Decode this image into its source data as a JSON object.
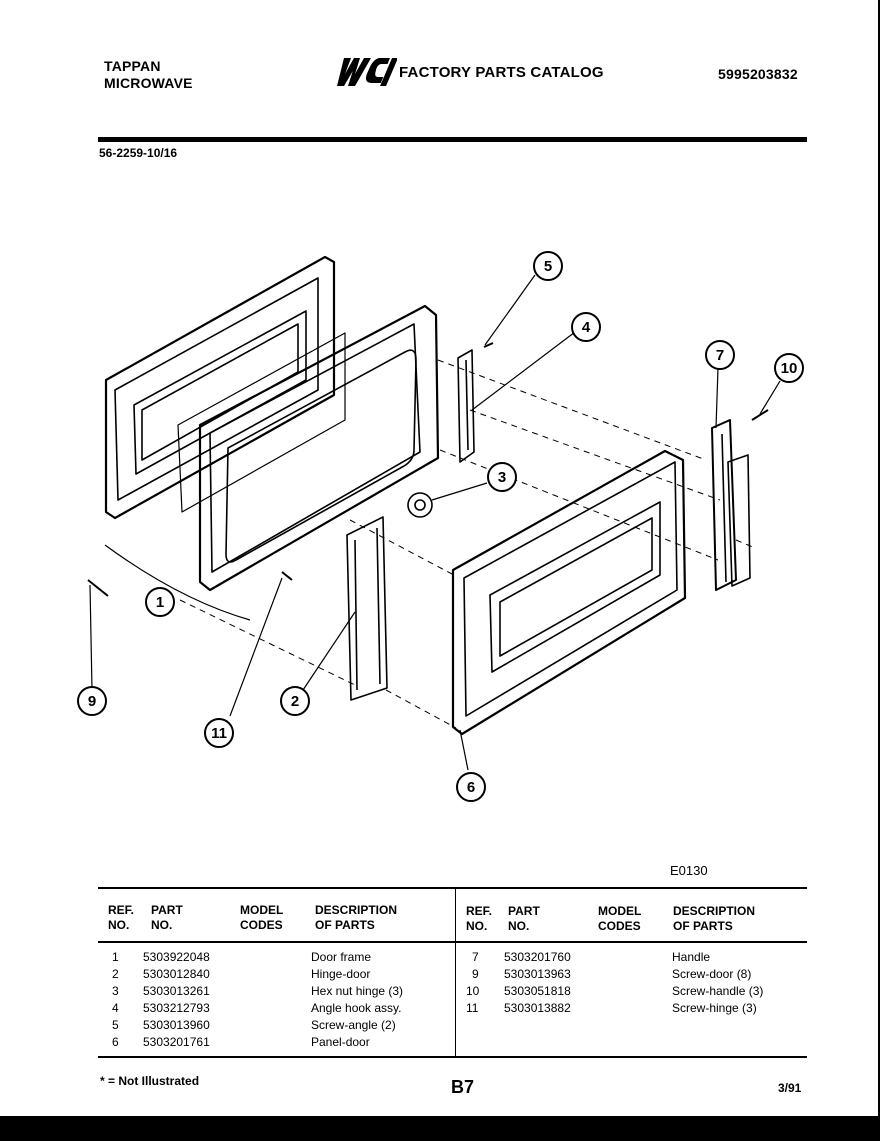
{
  "header": {
    "brand_line1": "TAPPAN",
    "brand_line2": "MICROWAVE",
    "logo_text": "WCI",
    "catalog_title": "FACTORY PARTS CATALOG",
    "catalog_number": "5995203832",
    "model_number": "56-2259-10/16"
  },
  "diagram": {
    "callouts": [
      "1",
      "2",
      "3",
      "4",
      "5",
      "6",
      "7",
      "9",
      "10",
      "11"
    ],
    "figure_code": "E0130"
  },
  "table": {
    "headers": {
      "ref": [
        "REF.",
        "NO."
      ],
      "part": [
        "PART",
        "NO."
      ],
      "model": [
        "MODEL",
        "CODES"
      ],
      "desc": [
        "DESCRIPTION",
        "OF PARTS"
      ]
    },
    "left_rows": [
      {
        "ref": "1",
        "part": "5303922048",
        "desc": "Door frame"
      },
      {
        "ref": "2",
        "part": "5303012840",
        "desc": "Hinge-door"
      },
      {
        "ref": "3",
        "part": "5303013261",
        "desc": "Hex nut hinge (3)"
      },
      {
        "ref": "4",
        "part": "5303212793",
        "desc": "Angle hook assy."
      },
      {
        "ref": "5",
        "part": "5303013960",
        "desc": "Screw-angle (2)"
      },
      {
        "ref": "6",
        "part": "5303201761",
        "desc": "Panel-door"
      }
    ],
    "right_rows": [
      {
        "ref": "7",
        "part": "5303201760",
        "desc": "Handle"
      },
      {
        "ref": "9",
        "part": "5303013963",
        "desc": "Screw-door (8)"
      },
      {
        "ref": "10",
        "part": "5303051818",
        "desc": "Screw-handle (3)"
      },
      {
        "ref": "11",
        "part": "5303013882",
        "desc": "Screw-hinge (3)"
      }
    ]
  },
  "footer": {
    "footnote": "* = Not Illustrated",
    "page_code": "B7",
    "date": "3/91"
  }
}
